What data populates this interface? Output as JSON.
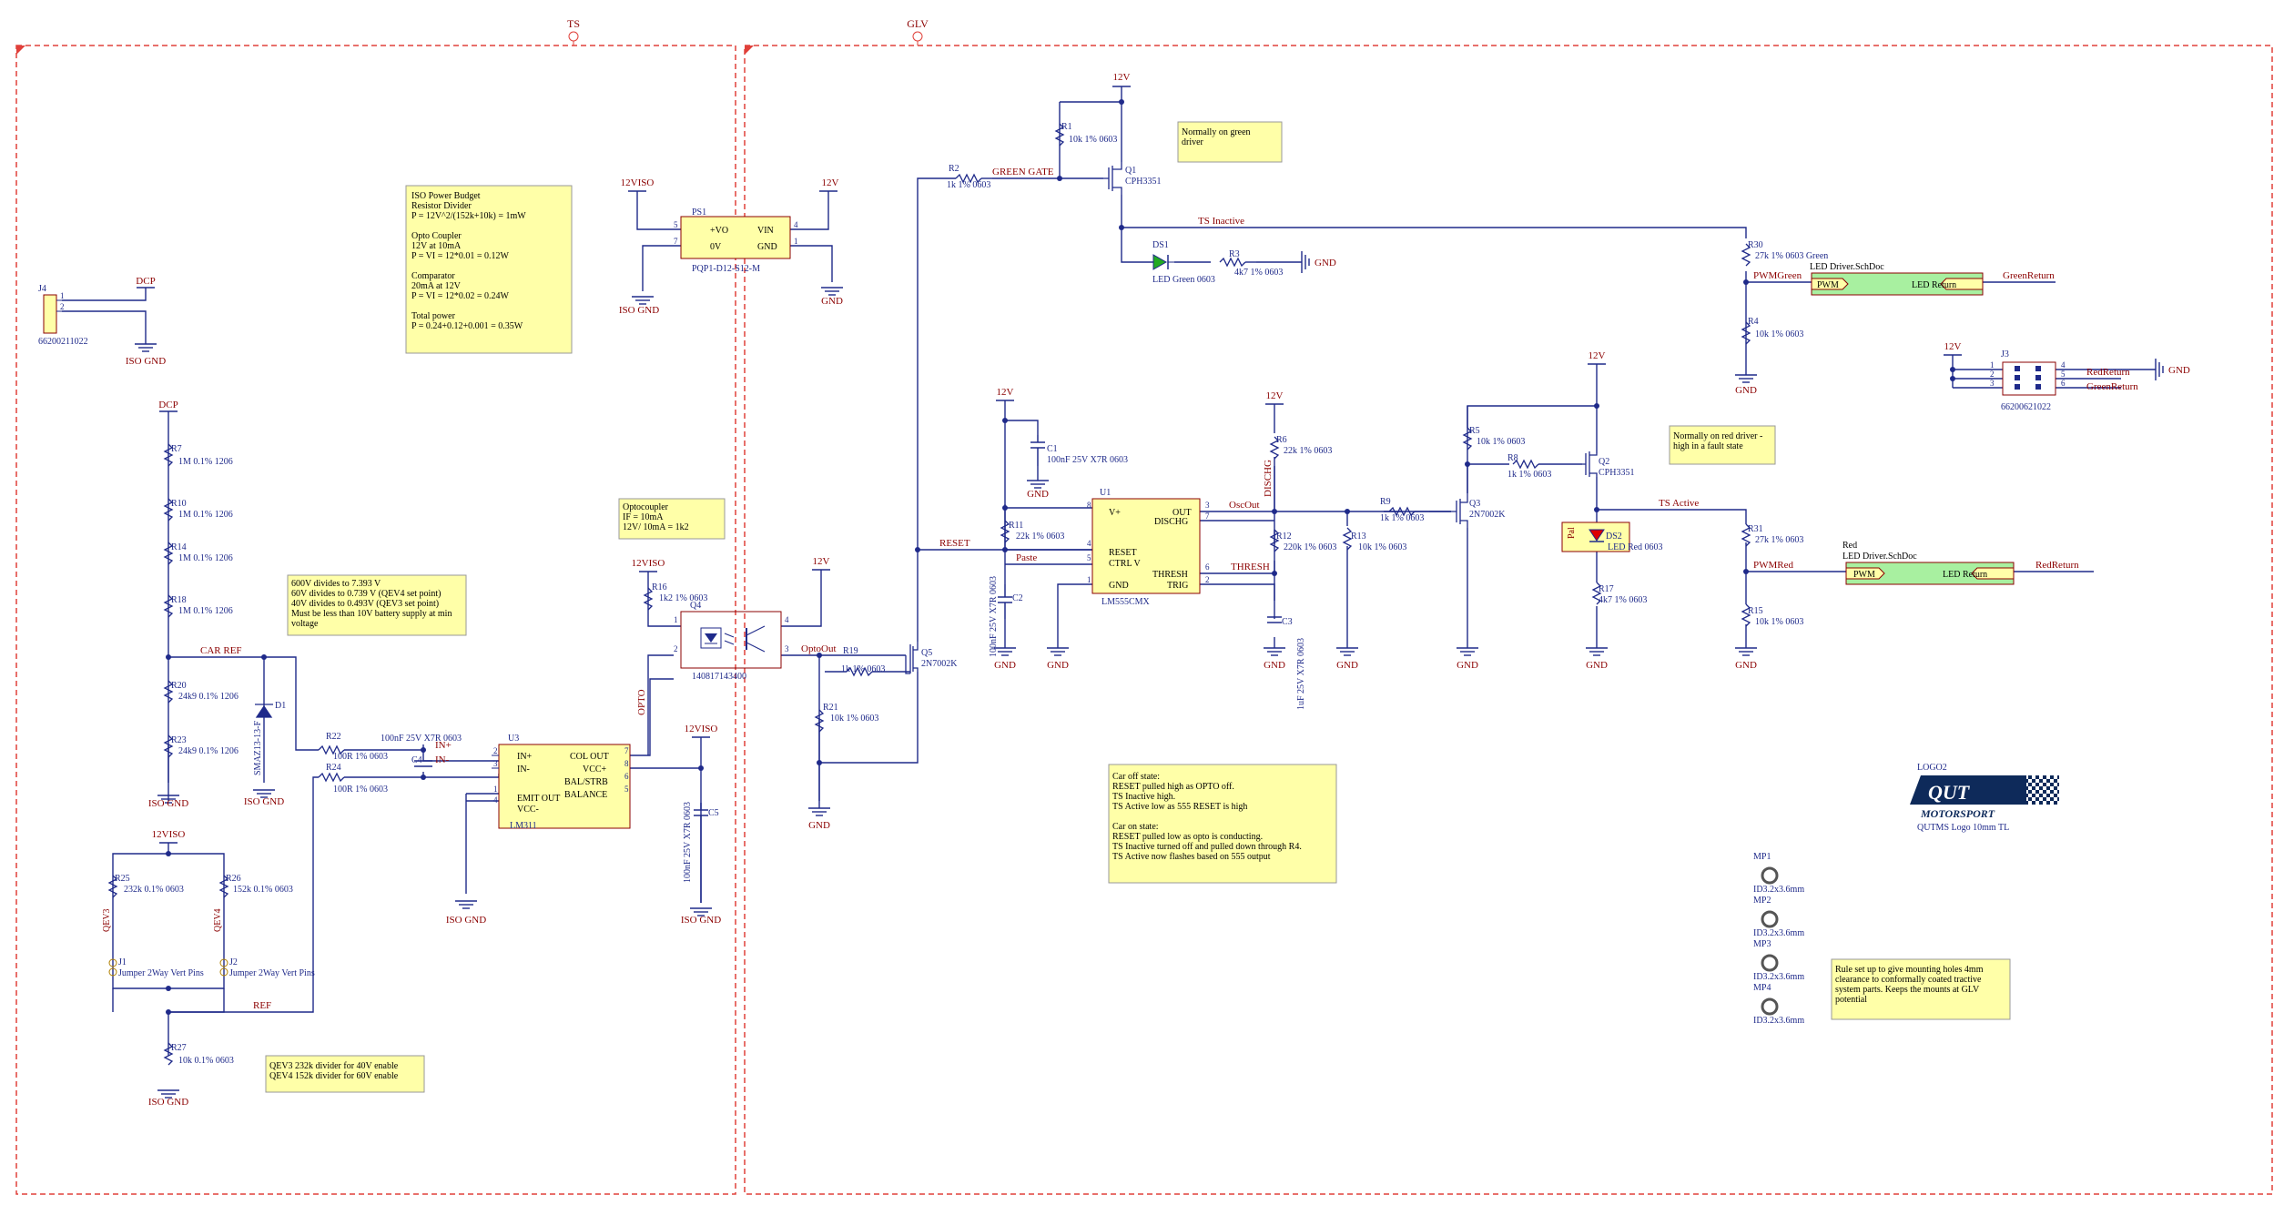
{
  "areas": [
    {
      "label": "TS"
    },
    {
      "label": "GLV"
    }
  ],
  "nets": {
    "dcp_top": "DCP",
    "dcp_mid": "DCP",
    "car_ref": "CAR REF",
    "ref": "REF",
    "iso_gnd_j4": "ISO GND",
    "iso_gnd_r23": "ISO GND",
    "iso_gnd_d1": "ISO GND",
    "iso_gnd_r27": "ISO GND",
    "iso_gnd_u3": "ISO GND",
    "iso_gnd_c5": "ISO GND",
    "iso_gnd_ps1": "ISO GND",
    "v12iso_ps1": "12VISO",
    "v12iso_r16": "12VISO",
    "v12iso_u3": "12VISO",
    "v12iso_r25": "12VISO",
    "v12_ps1": "12V",
    "v12_q4": "12V",
    "v12_top": "12V",
    "v12_c1": "12V",
    "v12_r6": "12V",
    "v12_q2": "12V",
    "v12_j3": "12V",
    "gnd_ps1": "GND",
    "gnd_r21": "GND",
    "gnd_c2": "GND",
    "gnd_u1": "GND",
    "gnd_c1": "GND",
    "gnd_c3": "GND",
    "gnd_r13": "GND",
    "gnd_q3": "GND",
    "gnd_r17": "GND",
    "gnd_r15": "GND",
    "gnd_r4": "GND",
    "gnd_r3": "GND",
    "gnd_j3": "GND",
    "opto": "OPTO",
    "opto_out": "OptoOut",
    "reset": "RESET",
    "paste": "Paste",
    "green_gate": "GREEN GATE",
    "ts_inactive": "TS Inactive",
    "ts_active": "TS Active",
    "osc_out": "OscOut",
    "thresh": "THRESH",
    "dischg": "DISCHG",
    "pwm_green": "PWMGreen",
    "green_return": "GreenReturn",
    "pwm_red": "PWMRed",
    "red_return": "RedReturn",
    "j3_red_return": "RedReturn",
    "j3_green_return": "GreenReturn",
    "in_plus": "IN+",
    "in_minus": "IN-"
  },
  "components": {
    "j4": {
      "ref": "J4",
      "part": "66200211022"
    },
    "r7": {
      "ref": "R7",
      "value": "1M 0.1% 1206"
    },
    "r10": {
      "ref": "R10",
      "value": "1M 0.1% 1206"
    },
    "r14": {
      "ref": "R14",
      "value": "1M 0.1% 1206"
    },
    "r18": {
      "ref": "R18",
      "value": "1M 0.1% 1206"
    },
    "r20": {
      "ref": "R20",
      "value": "24k9 0.1% 1206"
    },
    "r23": {
      "ref": "R23",
      "value": "24k9 0.1% 1206"
    },
    "d1": {
      "ref": "D1",
      "part": "SMAZ13-13-F"
    },
    "r22": {
      "ref": "R22",
      "value": "100R 1% 0603"
    },
    "r24": {
      "ref": "R24",
      "value": "100R 1% 0603"
    },
    "c4": {
      "ref": "C4",
      "value": "100nF 25V X7R 0603"
    },
    "u3": {
      "ref": "U3",
      "part": "LM311",
      "pins": [
        "IN+",
        "IN-",
        "EMIT OUT",
        "VCC-",
        "COL OUT",
        "VCC+",
        "BAL/STRB",
        "BALANCE"
      ]
    },
    "c5": {
      "ref": "C5",
      "value": "100nF 25V X7R 0603"
    },
    "r25": {
      "ref": "R25",
      "value": "232k 0.1% 0603"
    },
    "r26": {
      "ref": "R26",
      "value": "152k 0.1% 0603"
    },
    "qev3": "QEV3",
    "qev4": "QEV4",
    "j1": {
      "ref": "J1",
      "part": "Jumper 2Way Vert Pins"
    },
    "j2": {
      "ref": "J2",
      "part": "Jumper 2Way Vert Pins"
    },
    "r27": {
      "ref": "R27",
      "value": "10k 0.1% 0603"
    },
    "ps1": {
      "ref": "PS1",
      "part": "PQP1-D12-S12-M",
      "pins": [
        "+VO",
        "0V",
        "VIN",
        "GND"
      ]
    },
    "r16": {
      "ref": "R16",
      "value": "1k2 1% 0603"
    },
    "q4": {
      "ref": "Q4",
      "part": "140817143400"
    },
    "r19": {
      "ref": "R19",
      "value": "1k 1% 0603"
    },
    "r21": {
      "ref": "R21",
      "value": "10k 1% 0603"
    },
    "q5": {
      "ref": "Q5",
      "part": "2N7002K"
    },
    "r1": {
      "ref": "R1",
      "value": "10k 1% 0603"
    },
    "r2": {
      "ref": "R2",
      "value": "1k 1% 0603"
    },
    "q1": {
      "ref": "Q1",
      "part": "CPH3351"
    },
    "ds1": {
      "ref": "DS1",
      "part": "LED Green 0603"
    },
    "r3": {
      "ref": "R3",
      "value": "4k7 1% 0603"
    },
    "r30": {
      "ref": "R30",
      "value": "27k 1% 0603 Green"
    },
    "r4": {
      "ref": "R4",
      "value": "10k 1% 0603"
    },
    "c1": {
      "ref": "C1",
      "value": "100nF 25V X7R 0603"
    },
    "r11": {
      "ref": "R11",
      "value": "22k 1% 0603"
    },
    "c2": {
      "ref": "C2",
      "value": "100nF 25V X7R 0603"
    },
    "u1": {
      "ref": "U1",
      "part": "LM555CMX",
      "pins": [
        "V+",
        "RESET",
        "CTRL V",
        "GND",
        "OUT",
        "DISCHG",
        "THRESH",
        "TRIG"
      ]
    },
    "r6": {
      "ref": "R6",
      "value": "22k 1% 0603"
    },
    "r12": {
      "ref": "R12",
      "value": "220k 1% 0603"
    },
    "c3": {
      "ref": "C3",
      "value": "1uF 25V X7R 0603"
    },
    "r13": {
      "ref": "R13",
      "value": "10k 1% 0603"
    },
    "r9": {
      "ref": "R9",
      "value": "1k 1% 0603"
    },
    "q3": {
      "ref": "Q3",
      "part": "2N7002K"
    },
    "r5": {
      "ref": "R5",
      "value": "10k 1% 0603"
    },
    "r8": {
      "ref": "R8",
      "value": "1k 1% 0603"
    },
    "q2": {
      "ref": "Q2",
      "part": "CPH3351"
    },
    "ds2": {
      "ref": "DS2",
      "part": "LED Red 0603"
    },
    "r17": {
      "ref": "R17",
      "value": "4k7 1% 0603"
    },
    "r31": {
      "ref": "R31",
      "value": "27k 1% 0603"
    },
    "r15": {
      "ref": "R15",
      "value": "10k 1% 0603"
    },
    "j3": {
      "ref": "J3",
      "part": "66200621022"
    },
    "sheet_green": {
      "designator": "LED Driver.SchDoc",
      "left_port": "PWM",
      "right_port": "LED Return"
    },
    "sheet_red": {
      "name": "Red",
      "designator": "LED Driver.SchDoc",
      "left_port": "PWM",
      "right_port": "LED Return"
    },
    "logo": {
      "ref": "LOGO2",
      "line1": "QUT",
      "line2": "MOTORSPORT",
      "caption": "QUTMS Logo 10mm TL"
    },
    "mp": [
      {
        "ref": "MP1",
        "value": "ID3.2x3.6mm"
      },
      {
        "ref": "MP2",
        "value": "ID3.2x3.6mm"
      },
      {
        "ref": "MP3",
        "value": "ID3.2x3.6mm"
      },
      {
        "ref": "MP4",
        "value": "ID3.2x3.6mm"
      }
    ],
    "ps_mark": "Pal"
  },
  "notes": {
    "iso_power": [
      "ISO Power Budget",
      "Resistor Divider",
      "P = 12V^2/(152k+10k) = 1mW",
      "",
      "Opto Coupler",
      "12V at 10mA",
      "P = VI = 12*0.01 = 0.12W",
      "",
      "Comparator",
      "20mA at 12V",
      "P = VI = 12*0.02 = 0.24W",
      "",
      "Total power",
      "P = 0.24+0.12+0.001 = 0.35W"
    ],
    "divider": [
      "600V divides to 7.393 V",
      "60V divides to 0.739 V (QEV4 set point)",
      "40V divides to 0.493V (QEV3 set point)",
      "Must be less than 10V battery supply at min",
      "voltage"
    ],
    "optocoupler": [
      "Optocoupler",
      "IF = 10mA",
      "12V/ 10mA = 1k2"
    ],
    "qev": [
      "QEV3 232k divider for 40V enable",
      "QEV4 152k divider for 60V enable"
    ],
    "green": [
      "Normally on green",
      "driver"
    ],
    "red": [
      "Normally on red driver -",
      "high in a fault state"
    ],
    "car_state": [
      "Car off state:",
      "RESET pulled high as OPTO off.",
      "TS Inactive high.",
      "TS Active low as 555 RESET is high",
      "",
      "Car on state:",
      "RESET pulled low as opto is conducting.",
      "TS Inactive turned off and pulled down through R4.",
      "TS Active now flashes based on 555 output"
    ],
    "mounting": [
      "Rule set up to give mounting holes 4mm",
      "clearance to conformally coated tractive",
      "system parts. Keeps the mounts at GLV",
      "potential"
    ]
  },
  "pin_numbers": {
    "ps1": [
      "5",
      "7",
      "4",
      "1"
    ],
    "u3": [
      "2",
      "3",
      "1",
      "4",
      "7",
      "8",
      "6",
      "5"
    ],
    "u1": [
      "8",
      "4",
      "5",
      "1",
      "3",
      "7",
      "6",
      "2"
    ],
    "q4": [
      "1",
      "2",
      "4",
      "3"
    ],
    "j3": [
      "1",
      "2",
      "3",
      "4",
      "5",
      "6"
    ],
    "j4": [
      "1",
      "2"
    ]
  },
  "colors": {
    "wire": "#1f2a8a",
    "net_label": "#8b0000",
    "component": "#8b0000",
    "note_fill": "#ffffa8",
    "area_border": "#e0403a",
    "sheet_fill": "#a8f0a0",
    "logo": "#0e2a5a"
  }
}
